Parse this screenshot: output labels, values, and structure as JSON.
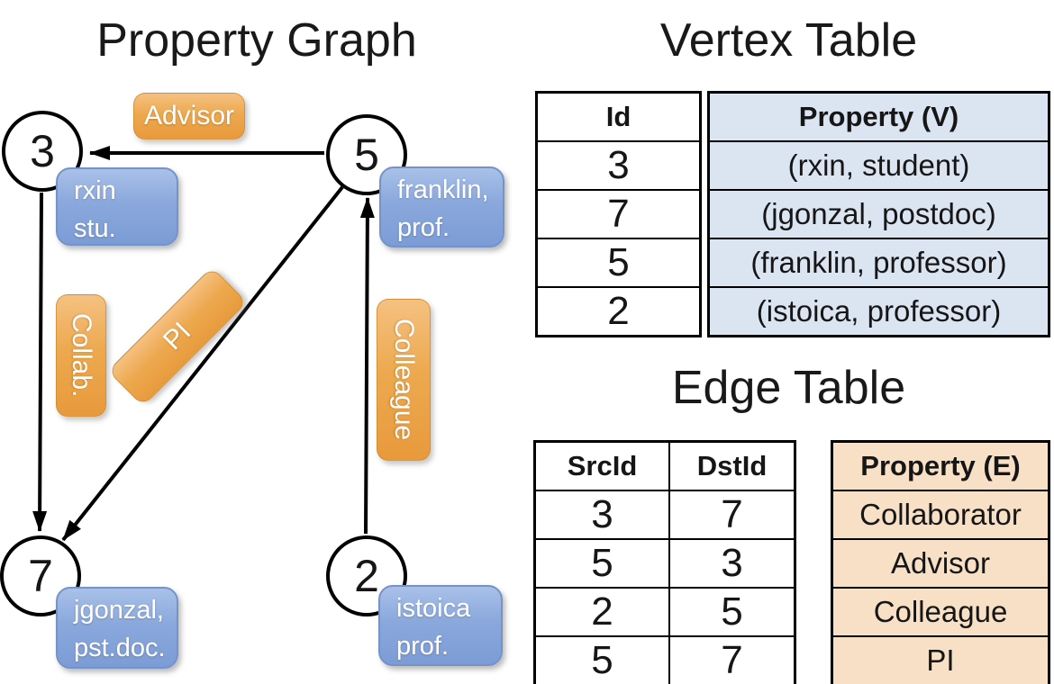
{
  "graph": {
    "title": "Property Graph",
    "nodes": [
      {
        "id": "3",
        "line1": "rxin",
        "line2": "stu."
      },
      {
        "id": "5",
        "line1": "franklin,",
        "line2": "prof."
      },
      {
        "id": "7",
        "line1": "jgonzal,",
        "line2": "pst.doc."
      },
      {
        "id": "2",
        "line1": "istoica",
        "line2": "prof."
      }
    ],
    "edge_labels": [
      {
        "text": "Advisor"
      },
      {
        "text": "Collab."
      },
      {
        "text": "PI"
      },
      {
        "text": "Colleague"
      }
    ]
  },
  "vertex_table": {
    "title": "Vertex Table",
    "columns": [
      "Id",
      "Property (V)"
    ],
    "rows": [
      [
        "3",
        "(rxin, student)"
      ],
      [
        "7",
        "(jgonzal, postdoc)"
      ],
      [
        "5",
        "(franklin, professor)"
      ],
      [
        "2",
        "(istoica, professor)"
      ]
    ]
  },
  "edge_table": {
    "title": "Edge Table",
    "columns": [
      "SrcId",
      "DstId",
      "Property (E)"
    ],
    "rows": [
      [
        "3",
        "7",
        "Collaborator"
      ],
      [
        "5",
        "3",
        "Advisor"
      ],
      [
        "2",
        "5",
        "Colleague"
      ],
      [
        "5",
        "7",
        "PI"
      ]
    ]
  },
  "colors": {
    "edge_label_orange": "#EDA94F",
    "vertex_label_blue": "#8FAADC",
    "vertex_table_fill": "#DBE5F2",
    "edge_table_fill": "#F7E0C6",
    "line_color": "#000000"
  }
}
